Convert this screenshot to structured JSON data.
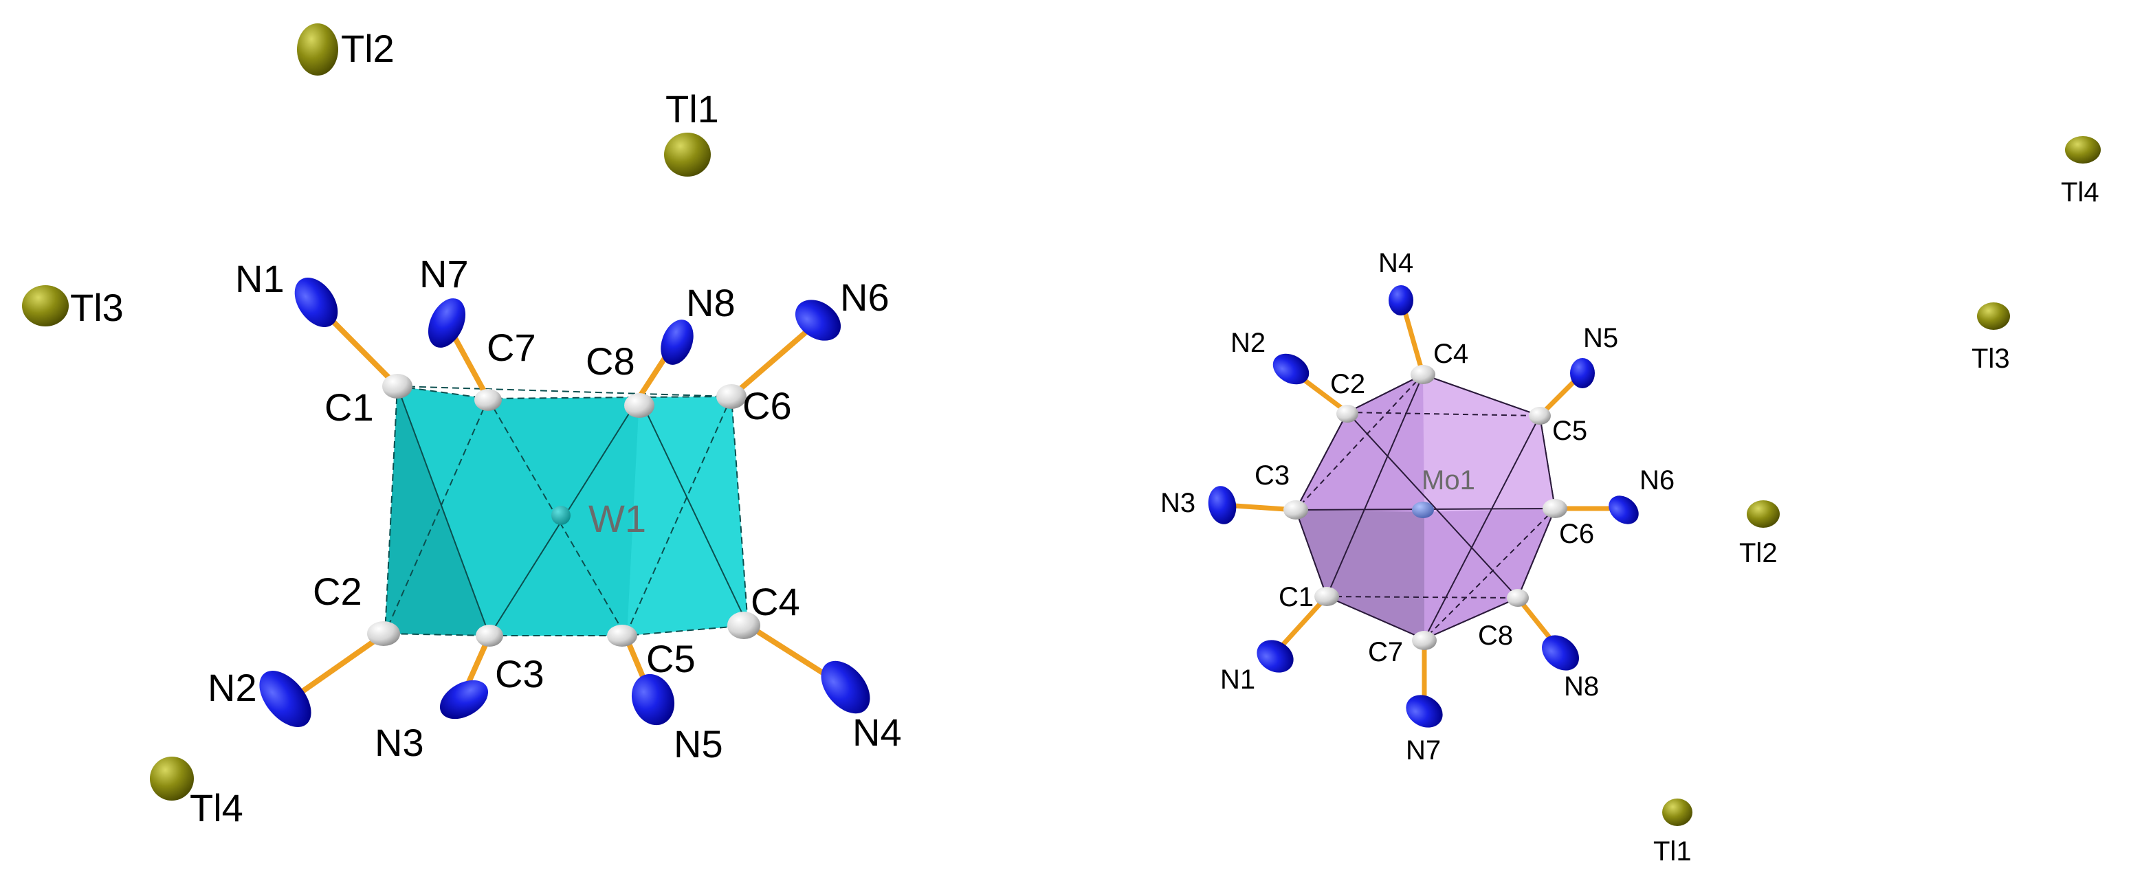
{
  "left_structure": {
    "metal": "W1",
    "carbons": [
      "C1",
      "C2",
      "C3",
      "C4",
      "C5",
      "C6",
      "C7",
      "C8"
    ],
    "nitrogens": [
      "N1",
      "N2",
      "N3",
      "N4",
      "N5",
      "N6",
      "N7",
      "N8"
    ],
    "thallium": [
      "Tl1",
      "Tl2",
      "Tl3",
      "Tl4"
    ],
    "polyhedron_color": "#1fcfcf"
  },
  "right_structure": {
    "metal": "Mo1",
    "carbons": [
      "C1",
      "C2",
      "C3",
      "C4",
      "C5",
      "C6",
      "C7",
      "C8"
    ],
    "nitrogens": [
      "N1",
      "N2",
      "N3",
      "N4",
      "N5",
      "N6",
      "N7",
      "N8"
    ],
    "thallium": [
      "Tl1",
      "Tl2",
      "Tl3",
      "Tl4"
    ],
    "polyhedron_color": "#c79be3"
  },
  "colors": {
    "nitrogen": "#1010e0",
    "carbon": "#d8d8d8",
    "thallium": "#8a8a10",
    "bond": "#f0a020"
  }
}
